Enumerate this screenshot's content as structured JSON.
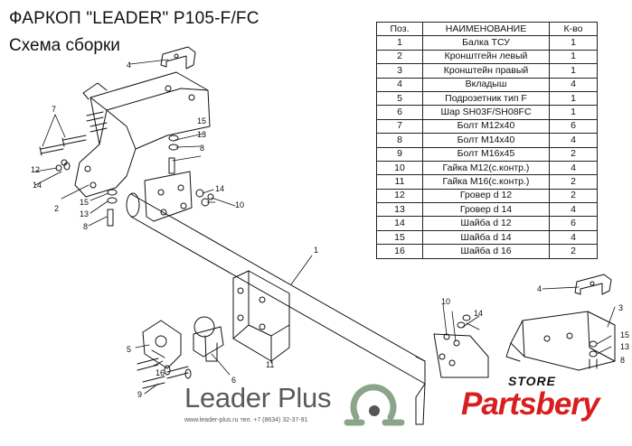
{
  "header": {
    "title": "ФАРКОП \"LEADER\" P105-F/FC",
    "subtitle": "Схема сборки"
  },
  "parts_table": {
    "columns": [
      "Поз.",
      "НАИМЕНОВАНИЕ",
      "К-во"
    ],
    "rows": [
      [
        "1",
        "Балка ТСУ",
        "1"
      ],
      [
        "2",
        "Кронштгейн левый",
        "1"
      ],
      [
        "3",
        "Кронштейн правый",
        "1"
      ],
      [
        "4",
        "Вкладыш",
        "4"
      ],
      [
        "5",
        "Подрозетник тип F",
        "1"
      ],
      [
        "6",
        "Шар SH03F/SH08FC",
        "1"
      ],
      [
        "7",
        "Болт М12х40",
        "6"
      ],
      [
        "8",
        "Болт М14х40",
        "4"
      ],
      [
        "9",
        "Болт М16х45",
        "2"
      ],
      [
        "10",
        "Гайка М12(с.контр.)",
        "4"
      ],
      [
        "11",
        "Гайка  М16(с.контр.)",
        "2"
      ],
      [
        "12",
        "Гровер d 12",
        "2"
      ],
      [
        "13",
        "Гровер d 14",
        "4"
      ],
      [
        "14",
        "Шайба d 12",
        "6"
      ],
      [
        "15",
        "Шайба d 14",
        "4"
      ],
      [
        "16",
        "Шайба d 16",
        "2"
      ]
    ]
  },
  "callouts": {
    "c1": "1",
    "c2": "2",
    "c3": "3",
    "c4a": "4",
    "c4b": "4",
    "c5": "5",
    "c6": "6",
    "c7": "7",
    "c8a": "8",
    "c8b": "8",
    "c8c": "8",
    "c9": "9",
    "c10a": "10",
    "c10b": "10",
    "c11": "11",
    "c12": "12",
    "c13a": "13",
    "c13b": "13",
    "c13c": "13",
    "c14a": "14",
    "c14b": "14",
    "c14c": "14",
    "c15a": "15",
    "c15b": "15",
    "c15c": "15",
    "c16": "16"
  },
  "branding": {
    "maker": "Leader Plus",
    "maker_contact": "www.leader-plus.ru   тел. +7 (8634) 32-37-91",
    "store_tag": "STORE",
    "store_name": "Partsbery"
  },
  "colors": {
    "line": "#111111",
    "brand_red": "#d81e1e",
    "brand_gray": "#5a5a5a"
  }
}
